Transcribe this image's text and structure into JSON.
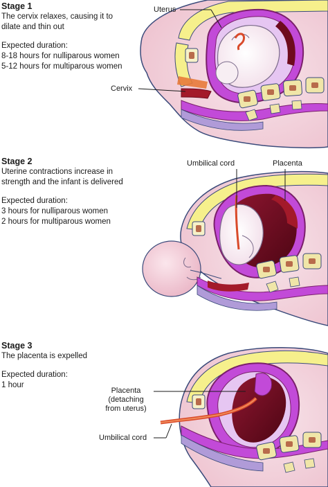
{
  "stages": [
    {
      "title": "Stage 1",
      "description_line1": "The cervix relaxes, causing it to",
      "description_line2": "dilate and thin out",
      "duration_heading": "Expected duration:",
      "duration_line1": "8-18 hours for nulliparous women",
      "duration_line2": "5-12 hours for multiparous women",
      "labels": {
        "uterus": "Uterus",
        "cervix": "Cervix"
      }
    },
    {
      "title": "Stage 2",
      "description_line1": "Uterine contractions increase in",
      "description_line2": "strength and the infant is delivered",
      "duration_heading": "Expected duration:",
      "duration_line1": "3 hours for nulliparous women",
      "duration_line2": "2 hours for multiparous women",
      "labels": {
        "umbilical_cord": "Umbilical cord",
        "placenta": "Placenta"
      }
    },
    {
      "title": "Stage 3",
      "description_line1": "The placenta is expelled",
      "duration_heading": "Expected duration:",
      "duration_line1": "1 hour",
      "labels": {
        "placenta_line1": "Placenta",
        "placenta_line2": "(detaching",
        "placenta_line3": "from uterus)",
        "umbilical_cord": "Umbilical cord"
      }
    }
  ],
  "colors": {
    "skin": "#f2d3dc",
    "skin_outline": "#3a4a7a",
    "fat_yellow": "#f6f08c",
    "uterus_magenta": "#c24ad8",
    "uterus_dark": "#7a1f6a",
    "placenta_maroon": "#6e0b1e",
    "cord_red": "#d94a2a",
    "vertebra": "#f0e6a8",
    "lilac": "#e6c6f2"
  }
}
